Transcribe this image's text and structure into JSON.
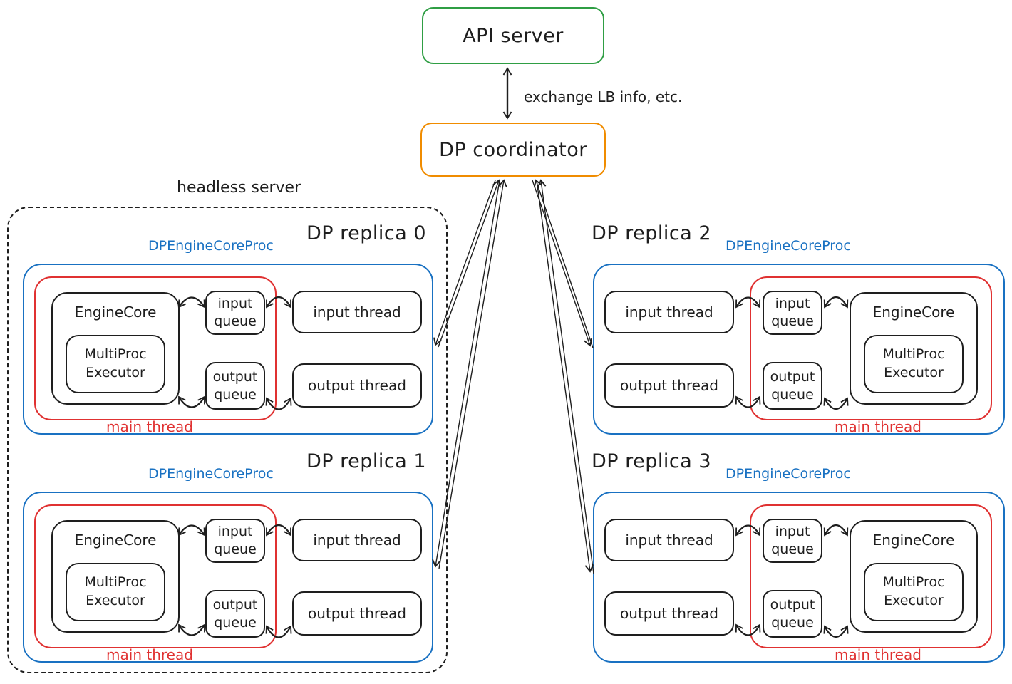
{
  "api_server": {
    "label": "API server",
    "border_color": "#2f9e44"
  },
  "dp_coordinator": {
    "label": "DP coordinator",
    "border_color": "#f08c00"
  },
  "api_coordinator_link": {
    "label": "exchange LB info, etc."
  },
  "headless_server": {
    "label": "headless server"
  },
  "shared": {
    "proc_label": "DPEngineCoreProc",
    "engine_core": "EngineCore",
    "multiproc_line1": "MultiProc",
    "multiproc_line2": "Executor",
    "input_queue_line1": "input",
    "input_queue_line2": "queue",
    "output_queue_line1": "output",
    "output_queue_line2": "queue",
    "input_thread": "input thread",
    "output_thread": "output thread",
    "main_thread": "main thread"
  },
  "replicas": [
    {
      "title": "DP replica 0"
    },
    {
      "title": "DP replica 1"
    },
    {
      "title": "DP replica 2"
    },
    {
      "title": "DP replica 3"
    }
  ],
  "colors": {
    "green": "#2f9e44",
    "orange": "#f08c00",
    "blue": "#1971c2",
    "red": "#e03131",
    "ink": "#1e1e1e",
    "background": "#ffffff"
  }
}
